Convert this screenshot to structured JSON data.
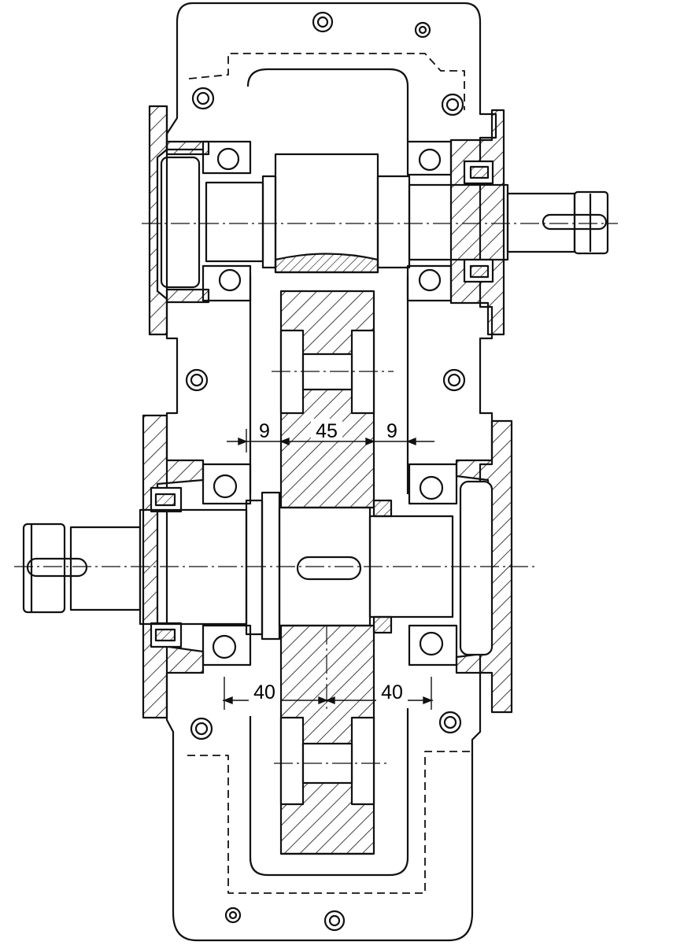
{
  "drawing": {
    "type": "gear reducer cross-section",
    "line_color": "#111111",
    "hatch_color": "#111111",
    "background": "#ffffff"
  },
  "dimensions": {
    "upper_left_gap": "9",
    "gear_width": "45",
    "upper_right_gap": "9",
    "lower_left_span": "40",
    "lower_right_span": "40"
  }
}
